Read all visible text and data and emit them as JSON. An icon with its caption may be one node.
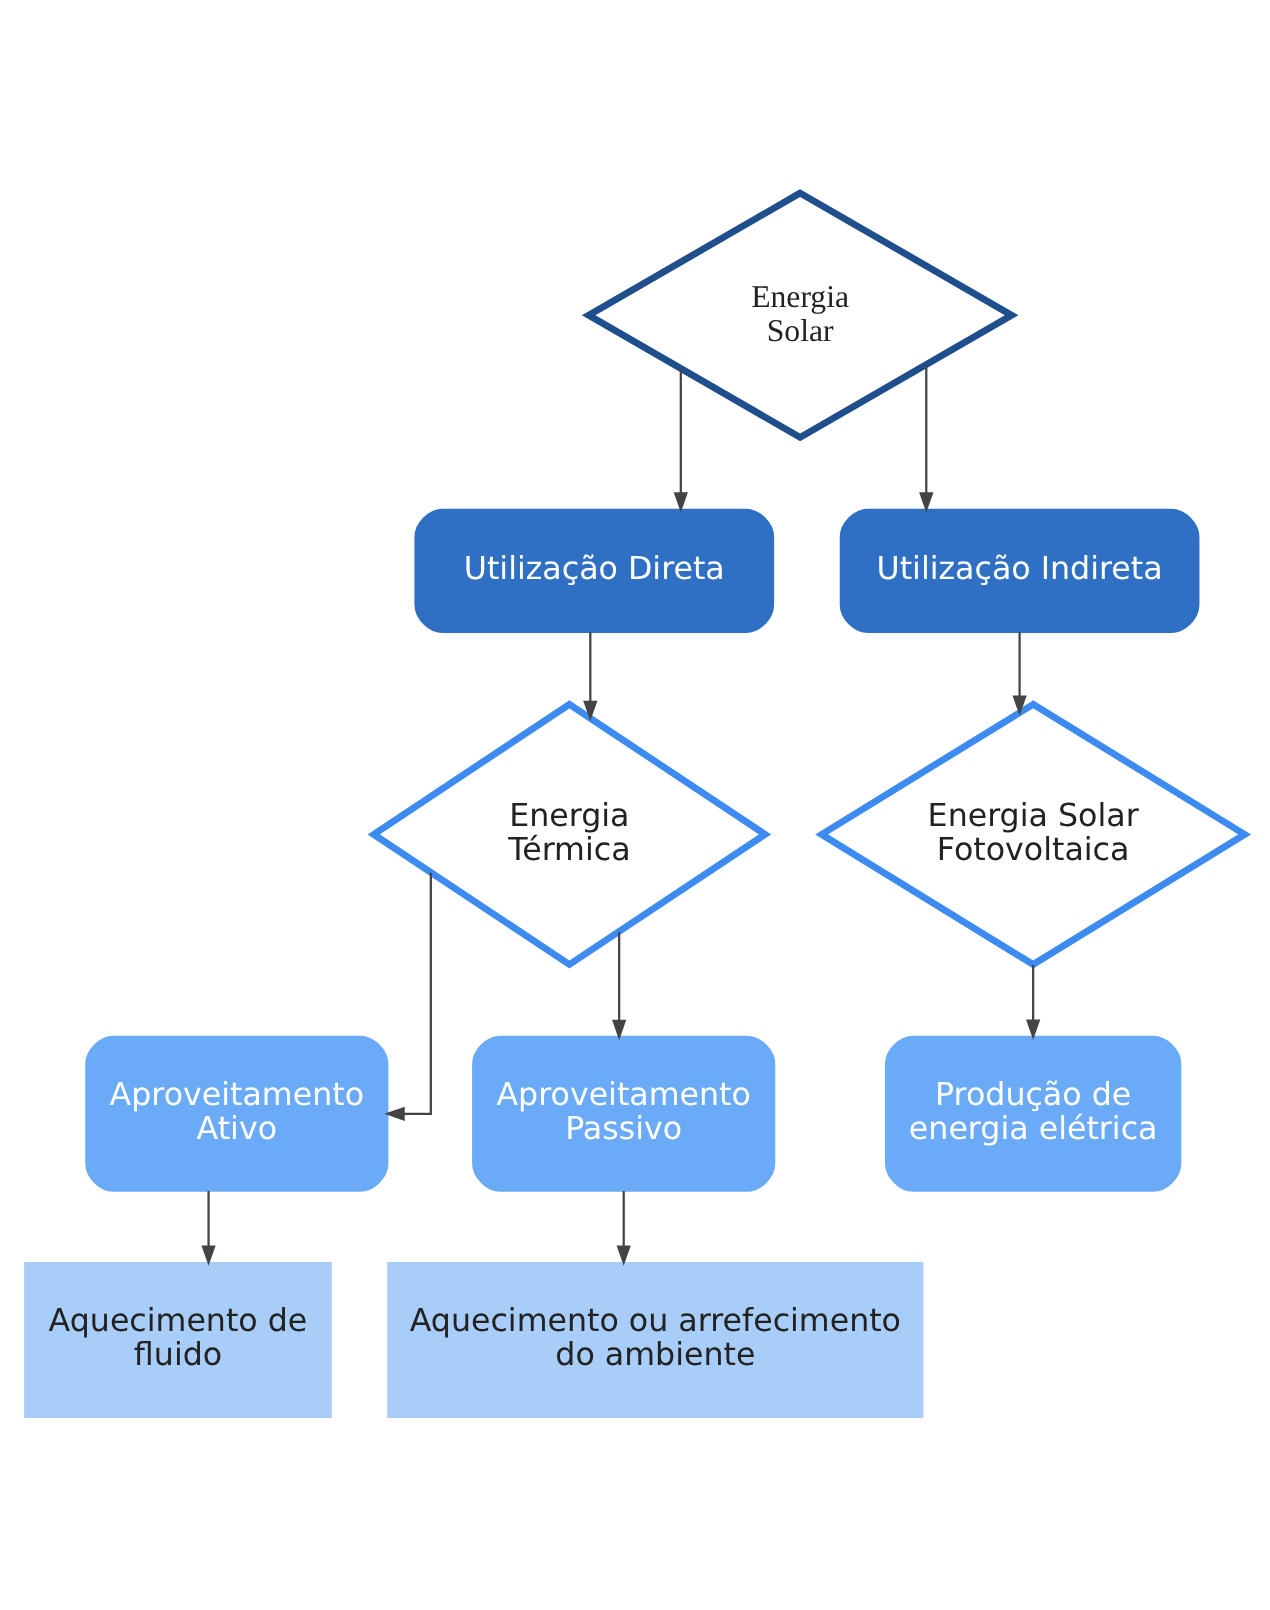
{
  "diagram": {
    "nodes": [
      {
        "text": [
          "Energia Solar"
        ]
      },
      {
        "text": [
          "Utilização Direta"
        ]
      },
      {
        "text": [
          "Utilização Indireta"
        ]
      },
      {
        "text": [
          "Energia Térmica"
        ]
      },
      {
        "text": [
          "Energia Solar Fotovoltaica"
        ]
      },
      {
        "text": [
          "Aproveitamento Ativo"
        ]
      },
      {
        "text": [
          "Aproveitamento Passivo"
        ]
      },
      {
        "text": [
          "Produção de energia elétrica"
        ]
      },
      {
        "text": [
          "Aquecimento de fluido"
        ]
      },
      {
        "text": [
          "Aquecimento ou arrefecimento do ambiente"
        ]
      }
    ],
    "edges": [
      {
        "from": 0,
        "to": 1,
        "arrow": "to"
      },
      {
        "from": 0,
        "to": 2,
        "arrow": "to"
      },
      {
        "from": 1,
        "to": 3,
        "arrow": "to"
      },
      {
        "from": 2,
        "to": 4,
        "arrow": "to"
      },
      {
        "from": 3,
        "to": 5,
        "arrow": "to"
      },
      {
        "from": 3,
        "to": 6,
        "arrow": "to"
      },
      {
        "from": 4,
        "to": 7,
        "arrow": "to"
      },
      {
        "from": 5,
        "to": 8,
        "arrow": "to"
      },
      {
        "from": 6,
        "to": 9,
        "arrow": "to"
      }
    ]
  }
}
